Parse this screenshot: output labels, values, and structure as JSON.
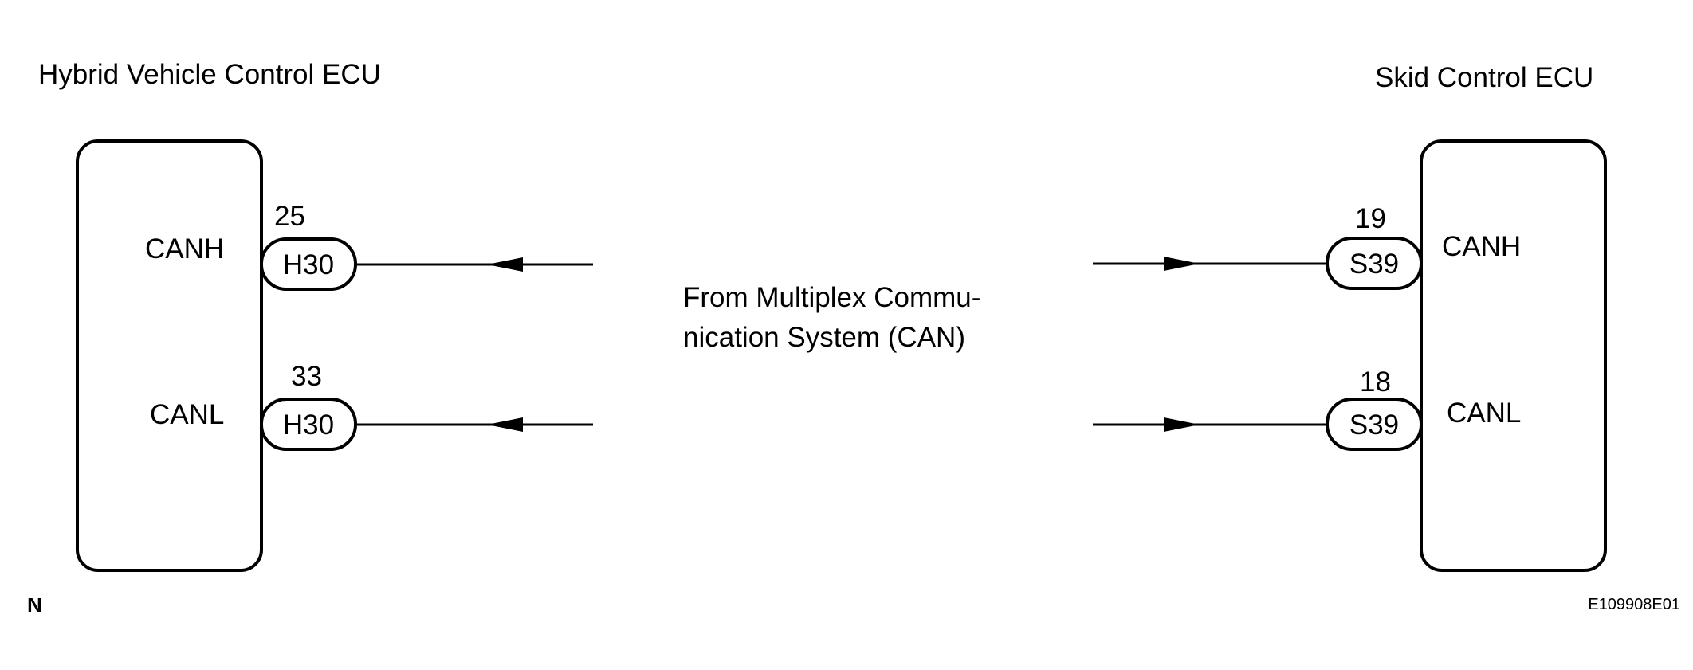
{
  "diagram": {
    "left_ecu": {
      "title": "Hybrid Vehicle Control ECU",
      "canh": {
        "signal": "CANH",
        "pin": "25",
        "connector": "H30"
      },
      "canl": {
        "signal": "CANL",
        "pin": "33",
        "connector": "H30"
      }
    },
    "right_ecu": {
      "title": "Skid Control ECU",
      "canh": {
        "signal": "CANH",
        "pin": "19",
        "connector": "S39"
      },
      "canl": {
        "signal": "CANL",
        "pin": "18",
        "connector": "S39"
      }
    },
    "center_note": {
      "line1": "From Multiplex Commu-",
      "line2": "nication System (CAN)"
    },
    "corner_mark": "N",
    "figure_code": "E109908E01"
  },
  "colors": {
    "line": "#000000",
    "background": "#ffffff"
  }
}
